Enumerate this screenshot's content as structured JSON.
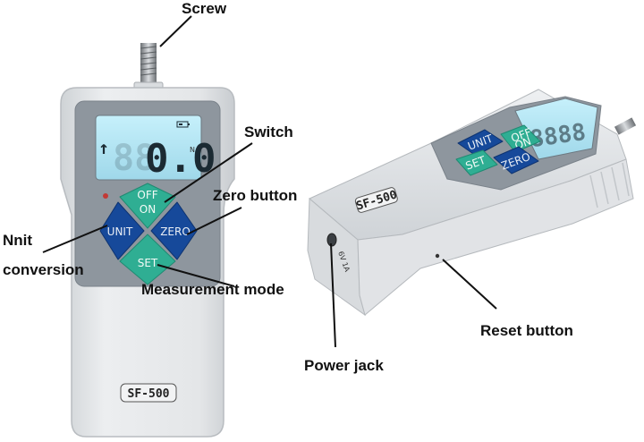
{
  "callouts": {
    "screw": "Screw",
    "switch": "Switch",
    "zero_button": "Zero button",
    "unit_conversion_line1": "Nnit",
    "unit_conversion_line2": "conversion",
    "measurement_mode": "Measurement mode",
    "reset_button": "Reset button",
    "power_jack": "Power jack"
  },
  "front_device": {
    "model": "SF-500",
    "display_value": "0.0",
    "display_unit": "N",
    "buttons": {
      "off_on_line1": "OFF",
      "off_on_line2": "ON",
      "unit": "UNIT",
      "zero": "ZERO",
      "set": "SET"
    }
  },
  "side_device": {
    "model": "SF-500",
    "jack_label": "6V 1A",
    "buttons": {
      "unit": "UNIT",
      "off_on_line1": "OFF",
      "off_on_line2": "ON",
      "set": "SET",
      "zero": "ZERO"
    }
  },
  "colors": {
    "body": "#e6e8ea",
    "panel": "#8f98a1",
    "lcd": "#aee3f2",
    "blue_button": "#16499a",
    "teal_button": "#2fae93"
  }
}
